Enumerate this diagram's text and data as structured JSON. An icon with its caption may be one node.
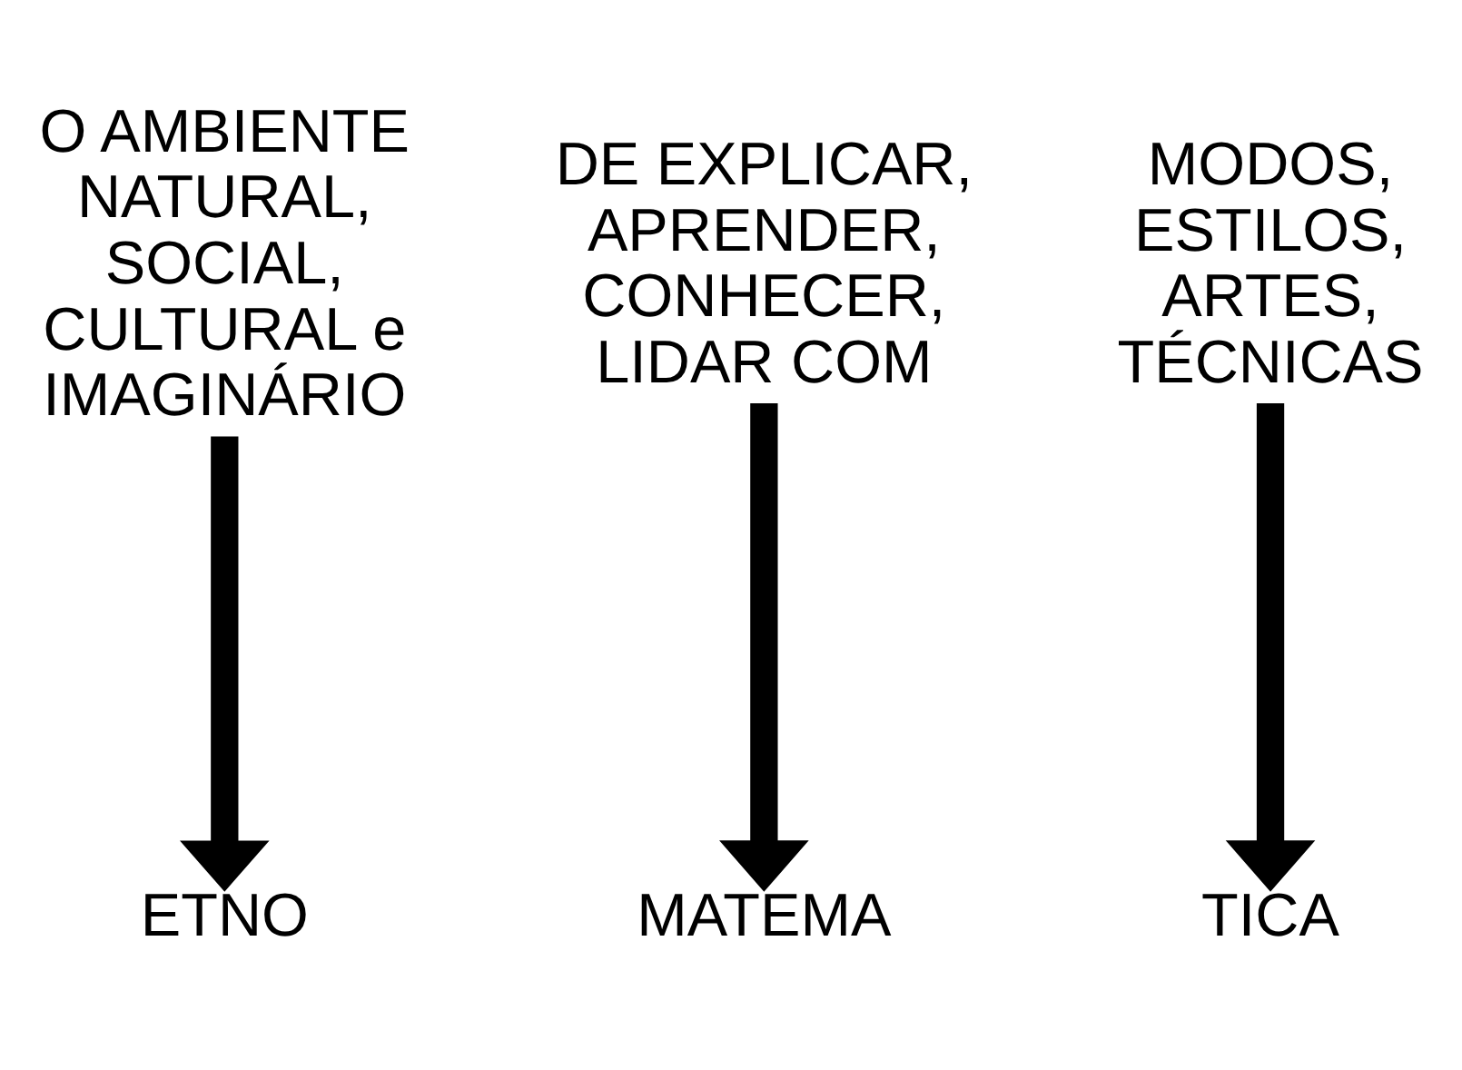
{
  "diagram": {
    "nodes": [
      {
        "text": [
          "O AMBIENTE NATURAL, SOCIAL, CULTURAL e IMAGINÁRIO"
        ]
      },
      {
        "text": [
          "DE EXPLICAR, APRENDER, CONHECER, LIDAR COM"
        ]
      },
      {
        "text": [
          "MODOS, ESTILOS, ARTES, TÉCNICAS"
        ]
      },
      {
        "text": [
          "ETNO"
        ]
      },
      {
        "text": [
          "MATEMA"
        ]
      },
      {
        "text": [
          "TICA"
        ]
      }
    ],
    "edges": [
      {
        "from": 0,
        "to": 3,
        "arrow": "to"
      },
      {
        "from": 1,
        "to": 4,
        "arrow": "to"
      },
      {
        "from": 2,
        "to": 5,
        "arrow": "to"
      }
    ]
  }
}
